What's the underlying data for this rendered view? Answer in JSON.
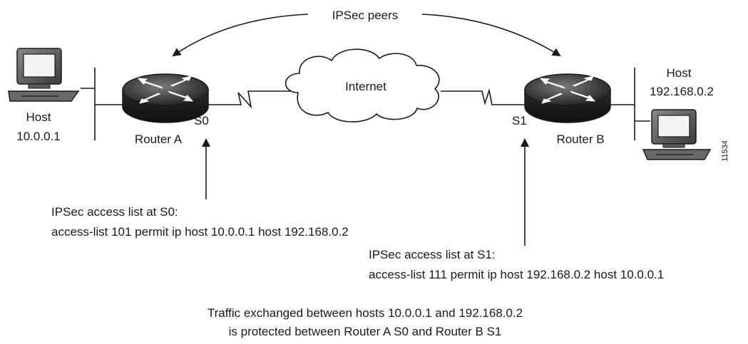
{
  "diagram": {
    "peers_label": "IPSec peers",
    "cloud_label": "Internet",
    "host_left": {
      "name": "Host",
      "ip": "10.0.0.1"
    },
    "host_right": {
      "name": "Host",
      "ip": "192.168.0.2"
    },
    "router_a": {
      "name": "Router A",
      "interface": "S0"
    },
    "router_b": {
      "name": "Router B",
      "interface": "S1"
    },
    "acl_s0": {
      "title": "IPSec access list at S0:",
      "rule": "access-list 101 permit ip host 10.0.0.1 host 192.168.0.2"
    },
    "acl_s1": {
      "title": "IPSec access list at S1:",
      "rule": "access-list 111 permit ip host 192.168.0.2 host 10.0.0.1"
    },
    "caption": {
      "line1": "Traffic exchanged between hosts 10.0.0.1 and 192.168.0.2",
      "line2": "is protected between Router A S0 and Router B S1"
    },
    "figure_number": "11534"
  }
}
